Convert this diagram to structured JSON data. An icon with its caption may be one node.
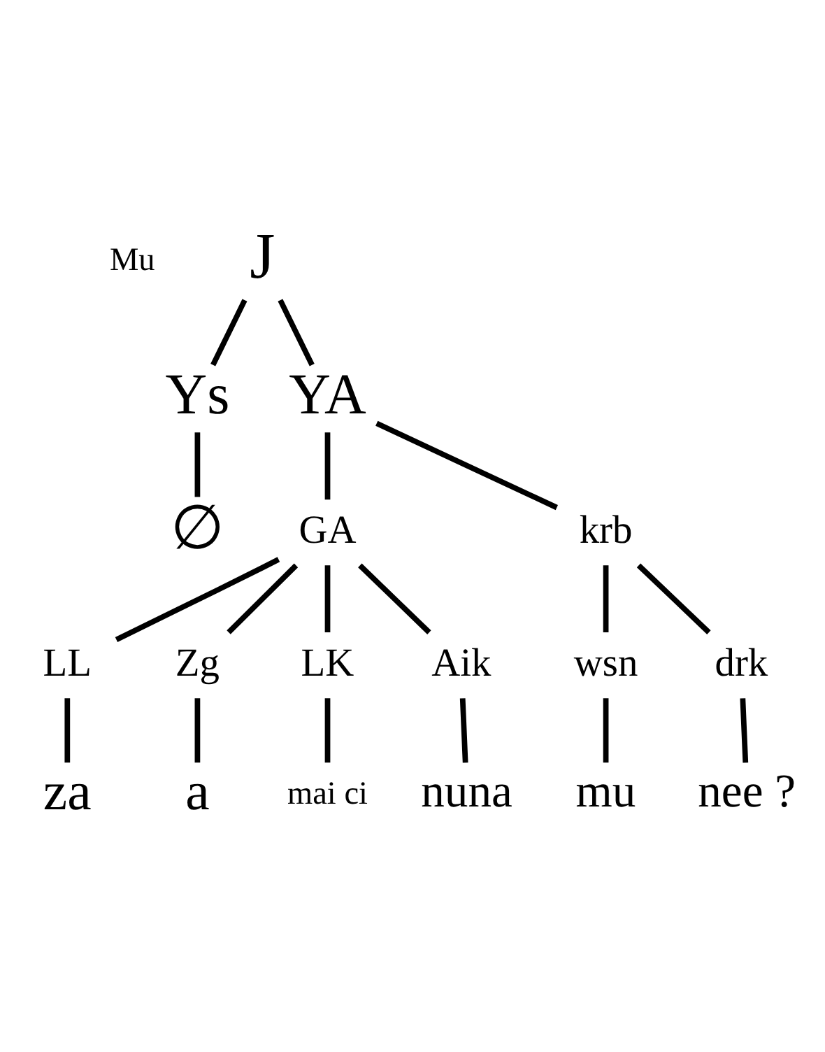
{
  "diagram": {
    "nodes": [
      {
        "text": [
          "J"
        ]
      },
      {
        "text": [
          "Ys"
        ]
      },
      {
        "text": [
          "YA"
        ]
      },
      {
        "text": [
          "∅"
        ]
      },
      {
        "text": [
          "GA"
        ]
      },
      {
        "text": [
          "krb"
        ]
      },
      {
        "text": [
          "LL"
        ]
      },
      {
        "text": [
          "Zg"
        ]
      },
      {
        "text": [
          "LK"
        ]
      },
      {
        "text": [
          "Aik"
        ]
      },
      {
        "text": [
          "wsn"
        ]
      },
      {
        "text": [
          "drk"
        ]
      },
      {
        "text": [
          "mai ci"
        ]
      },
      {
        "text": [
          "za"
        ]
      },
      {
        "text": [
          "a"
        ]
      },
      {
        "text": [
          "nuna"
        ]
      },
      {
        "text": [
          "mu"
        ]
      },
      {
        "text": [
          "nee ?"
        ]
      }
    ],
    "edges": [
      {
        "from": 0,
        "to": 1,
        "arrow": "none"
      },
      {
        "from": 0,
        "to": 2,
        "arrow": "none"
      },
      {
        "from": 1,
        "to": 3,
        "arrow": "none"
      },
      {
        "from": 2,
        "to": 4,
        "arrow": "none"
      },
      {
        "from": 2,
        "to": 5,
        "arrow": "none"
      },
      {
        "from": 4,
        "to": 6,
        "arrow": "none"
      },
      {
        "from": 4,
        "to": 7,
        "arrow": "none"
      },
      {
        "from": 4,
        "to": 8,
        "arrow": "none"
      },
      {
        "from": 4,
        "to": 9,
        "arrow": "none"
      },
      {
        "from": 5,
        "to": 10,
        "arrow": "none"
      },
      {
        "from": 5,
        "to": 11,
        "arrow": "none"
      },
      {
        "from": 6,
        "to": 13,
        "arrow": "none"
      },
      {
        "from": 7,
        "to": 14,
        "arrow": "none"
      },
      {
        "from": 8,
        "to": 12,
        "arrow": "none"
      },
      {
        "from": 9,
        "to": 15,
        "arrow": "none"
      },
      {
        "from": 10,
        "to": 16,
        "arrow": "none"
      },
      {
        "from": 11,
        "to": 17,
        "arrow": "none"
      }
    ],
    "labels": [
      "Mu"
    ]
  }
}
